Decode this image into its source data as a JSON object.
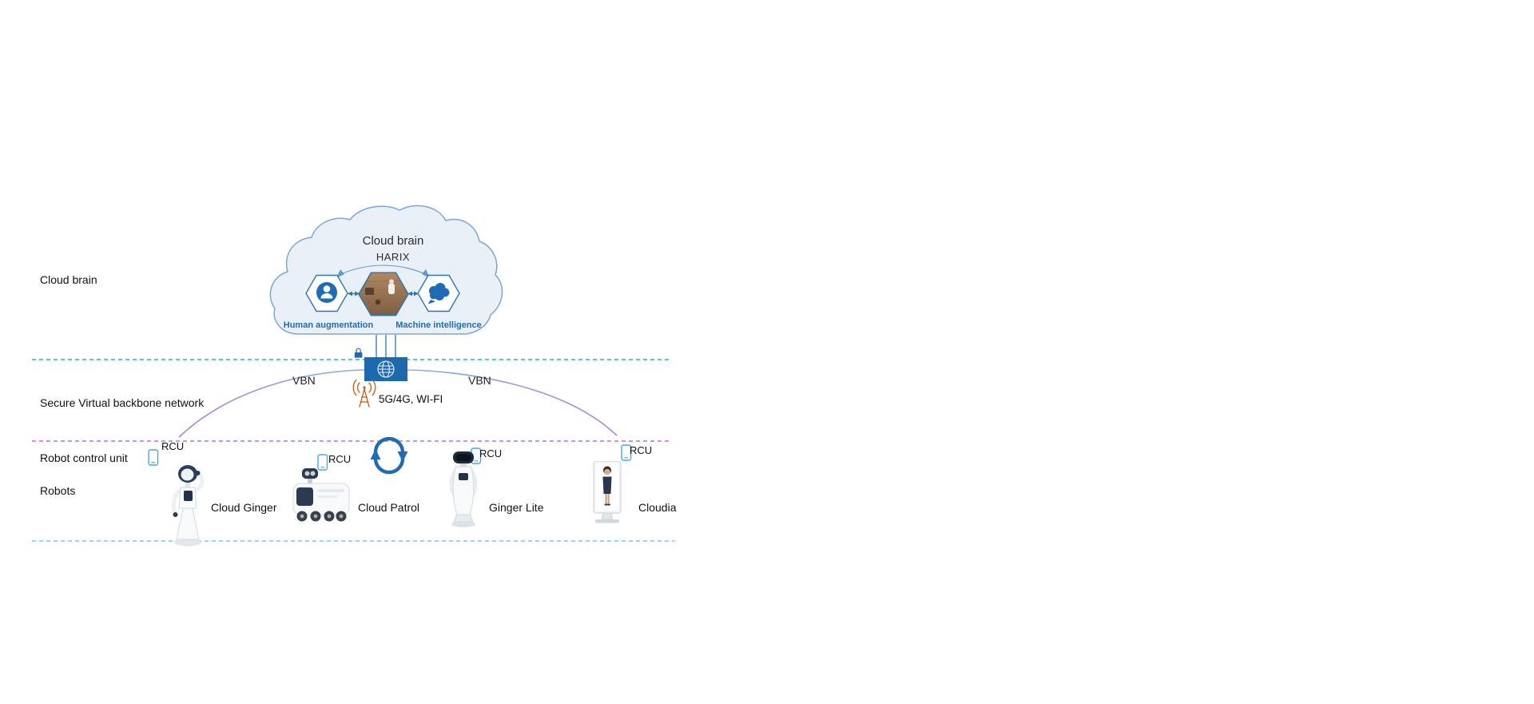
{
  "row_labels": {
    "cloud_brain": "Cloud brain",
    "secure_vbn": "Secure Virtual backbone network",
    "robot_control_unit": "Robot control unit",
    "robots": "Robots"
  },
  "cloud": {
    "title": "Cloud brain",
    "subtitle": "HARIX",
    "human_augmentation": "Human augmentation",
    "machine_intelligence": "Machine intelligence"
  },
  "network": {
    "vbn_left": "VBN",
    "vbn_right": "VBN",
    "wireless": "5G/4G, WI-FI"
  },
  "rcu": {
    "tag": "RCU"
  },
  "robots": [
    {
      "name": "Cloud Ginger"
    },
    {
      "name": "Cloud Patrol"
    },
    {
      "name": "Ginger Lite"
    },
    {
      "name": "Cloudia"
    }
  ],
  "icons": {
    "human_augmentation": "human-avatar-icon",
    "robot_scene": "robot-scene-image",
    "machine_intelligence": "machine-brain-icon",
    "gateway": "globe-gateway-icon",
    "secure": "lock-icon",
    "wireless": "radio-tower-icon",
    "exchange": "sync-arrows-icon",
    "rcu_device": "smartphone-icon"
  },
  "colors": {
    "accent_blue": "#1f6cb5",
    "cloud_fill": "#eaf0f8",
    "cloud_stroke": "#79a7d9",
    "hexagon_stroke": "#2e75b6",
    "gateway_blue": "#1d69ae",
    "dash_teal": "#3fc2bc",
    "dash_purple": "#c583d8",
    "dash_cyan": "#84d4ec",
    "curve_purple": "#b07fd0",
    "tower_orange": "#c55a11",
    "phone_blue": "#3fa9f5"
  }
}
